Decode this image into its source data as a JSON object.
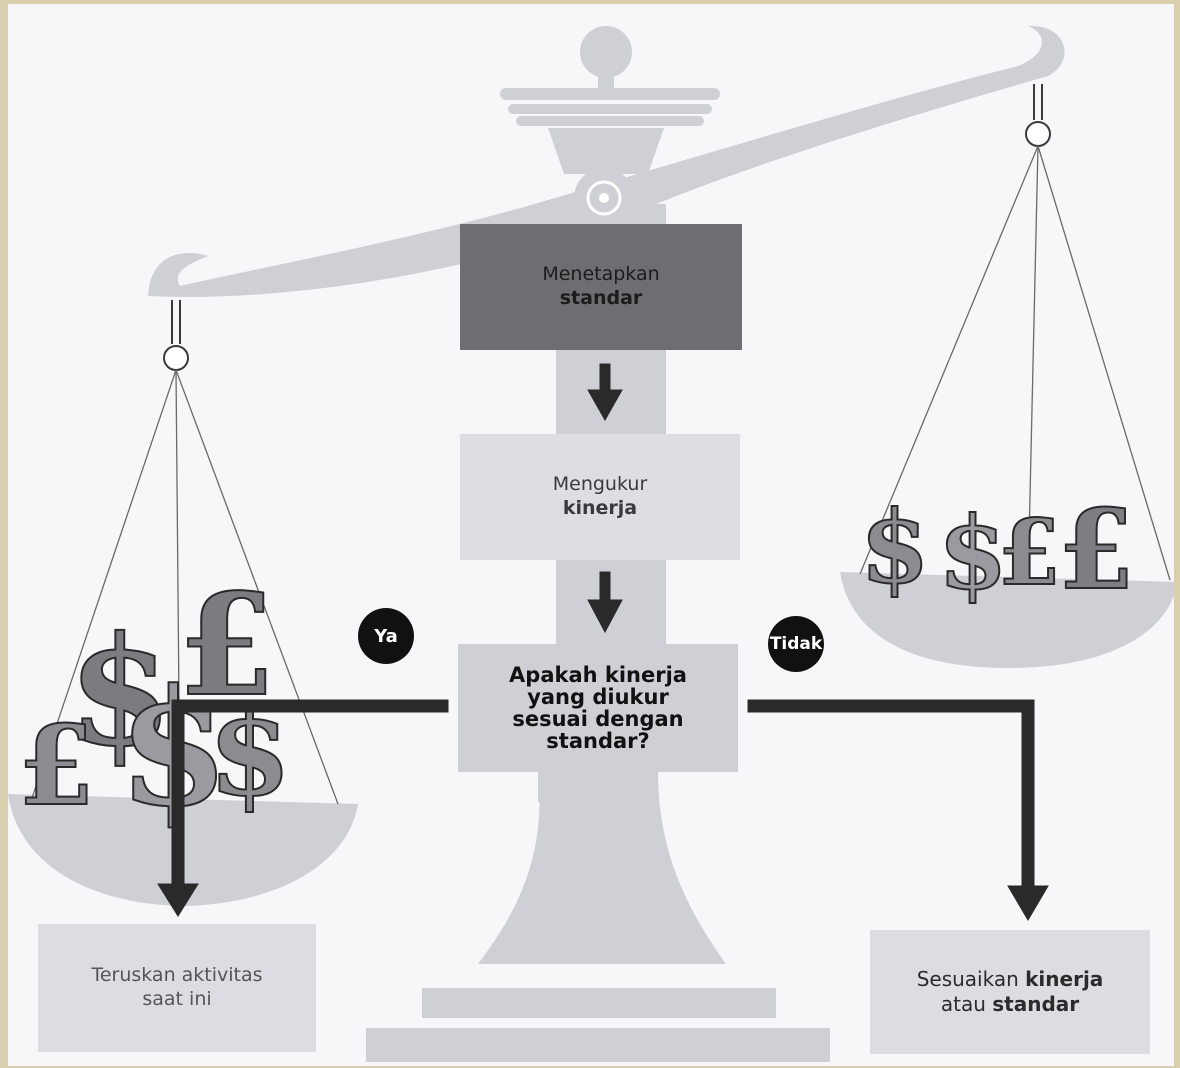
{
  "diagram": {
    "step_standard": {
      "line1": "Menetapkan",
      "line2": "standar"
    },
    "step_measure": {
      "line1": "Mengukur",
      "line2": "kinerja"
    },
    "question": {
      "line1": "Apakah kinerja",
      "line2": "yang diukur",
      "line3": "sesuai dengan",
      "line4": "standar?"
    },
    "yes_label": "Ya",
    "no_label": "Tidak",
    "outcome_yes": {
      "line1": "Teruskan aktivitas",
      "line2": "saat ini"
    },
    "outcome_no": {
      "prefix": "Sesuaikan",
      "bold1": "kinerja",
      "middle": "atau",
      "bold2": "standar"
    }
  },
  "colors": {
    "scale": "#cfcfd6",
    "dark_box": "#6e6e72",
    "arrows": "#2a2a2a",
    "badge": "#111111"
  },
  "icons": [
    "dollar-sign-icon",
    "pound-sign-icon"
  ]
}
